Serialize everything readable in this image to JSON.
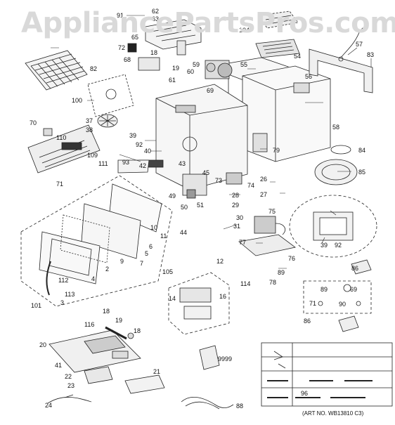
{
  "watermark": "AppliancePartsPros.com",
  "art_number": "(ART NO. WB13810 C3)",
  "callouts": {
    "c91": "91",
    "c62": "62",
    "c63": "63",
    "c65": "65",
    "c104": "104",
    "c72": "72",
    "c18a": "18",
    "c19a": "19",
    "c68": "68",
    "c60": "60",
    "c61": "61",
    "c59": "59",
    "c82": "82",
    "c57": "57",
    "c83": "83",
    "c55": "55",
    "c54": "54",
    "c56": "56",
    "c100": "100",
    "c69a": "69",
    "c70": "70",
    "c110": "110",
    "c109": "109",
    "c37": "37",
    "c38": "38",
    "c39a": "39",
    "c92a": "92",
    "c40": "40",
    "c58": "58",
    "c79": "79",
    "c84": "84",
    "c111": "111",
    "c71a": "71",
    "c93": "93",
    "c42": "42",
    "c43": "43",
    "c45": "45",
    "c73": "73",
    "c74": "74",
    "c85": "85",
    "c26": "26",
    "c27": "27",
    "c49": "49",
    "c28": "28",
    "c29": "29",
    "c50": "50",
    "c51": "51",
    "c30": "30",
    "c31": "31",
    "c75": "75",
    "c10": "10",
    "c11": "11",
    "c6": "6",
    "c5": "5",
    "c7": "7",
    "c9": "9",
    "c2": "2",
    "c4": "4",
    "c3": "3",
    "c112": "112",
    "c113": "113",
    "c101": "101",
    "c44": "44",
    "c12": "12",
    "c77": "77",
    "c39b": "39",
    "c92b": "92",
    "c76": "76",
    "c89a": "89",
    "c78": "78",
    "c86a": "86",
    "c89b": "89",
    "c69b": "69",
    "c71b": "71",
    "c90": "90",
    "c105": "105",
    "c114": "114",
    "c14": "14",
    "c16": "16",
    "c18b": "18",
    "c116": "116",
    "c19b": "19",
    "c18c": "18",
    "c20": "20",
    "c41": "41",
    "c22": "22",
    "c23": "23",
    "c21": "21",
    "c24": "24",
    "c9999": "9999",
    "c86b": "86",
    "c96": "96",
    "c88": "88"
  }
}
